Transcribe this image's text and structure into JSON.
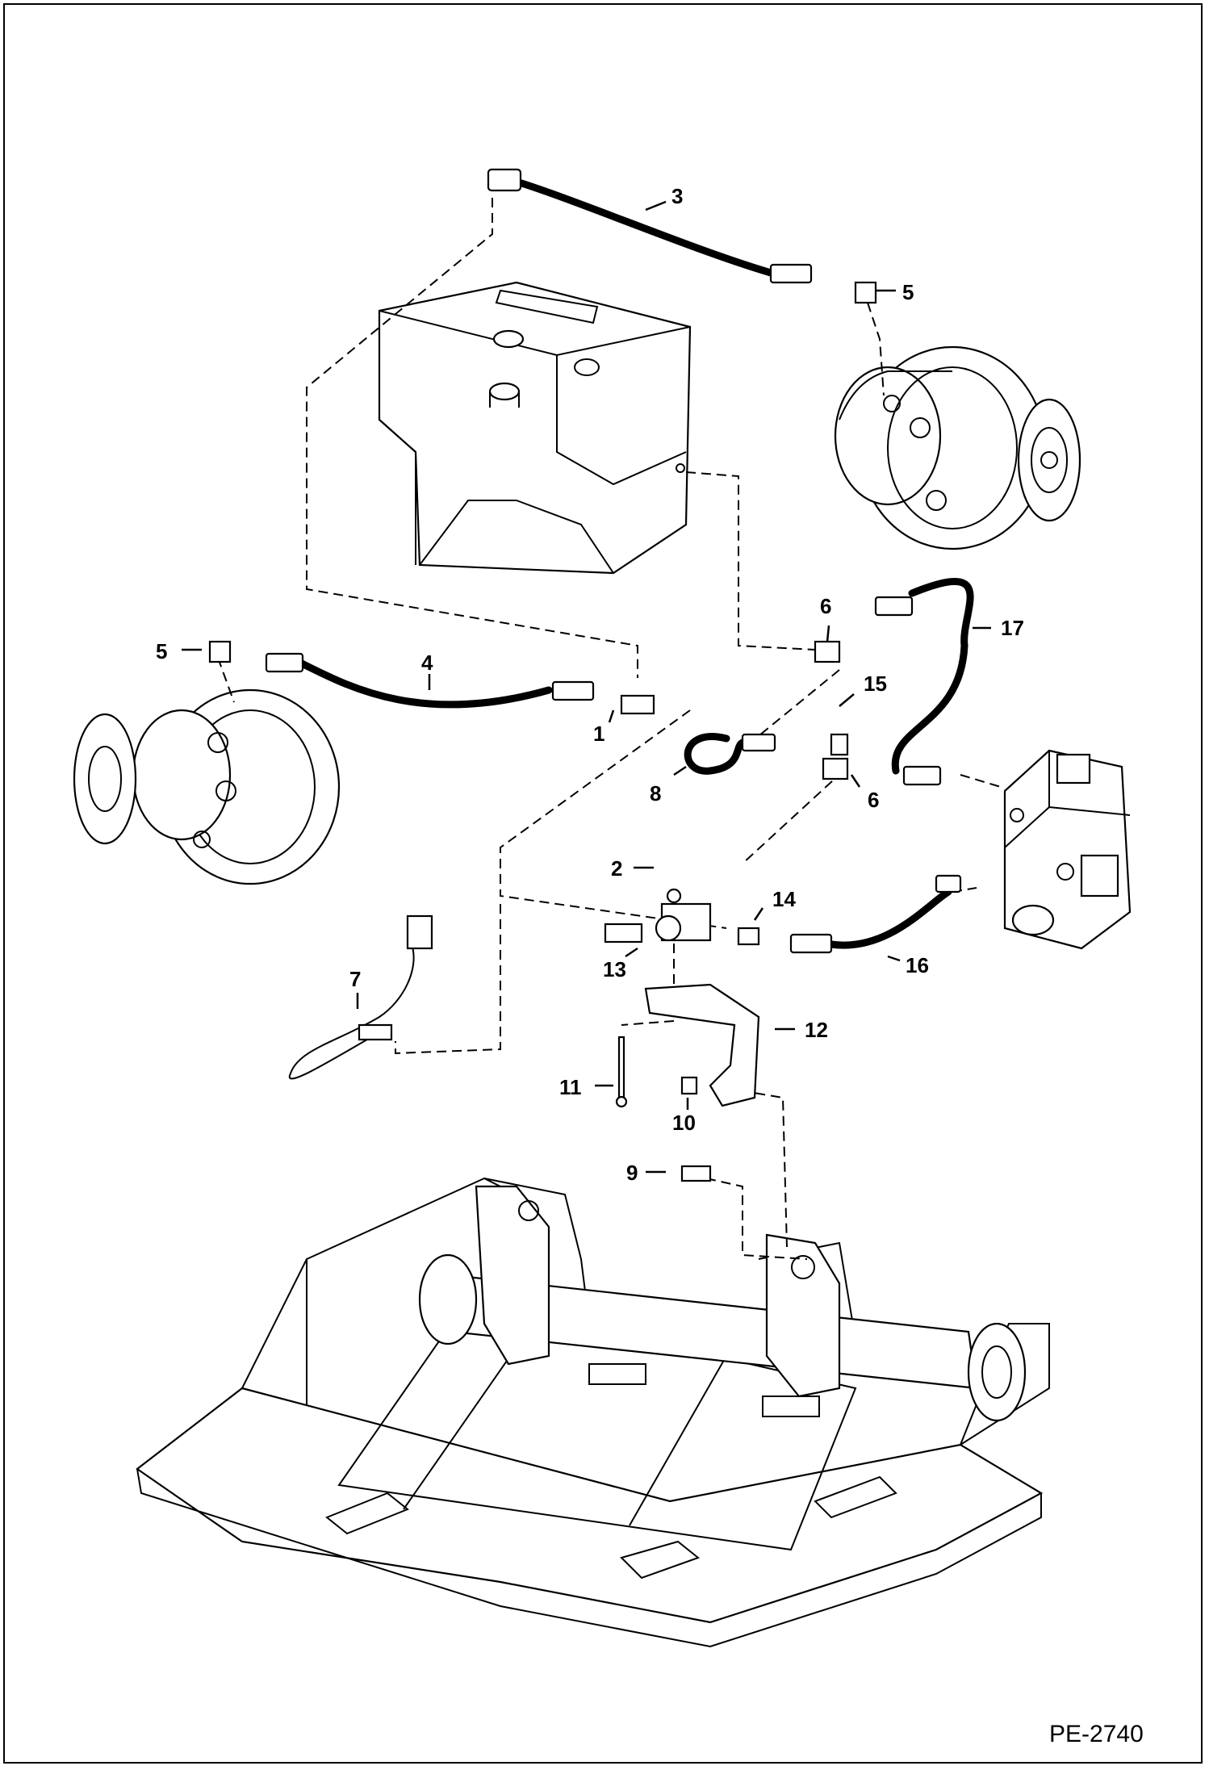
{
  "diagram": {
    "drawing_code": "PE-2740",
    "callouts": [
      {
        "id": "c1",
        "label": "1"
      },
      {
        "id": "c2",
        "label": "2"
      },
      {
        "id": "c3",
        "label": "3"
      },
      {
        "id": "c4",
        "label": "4"
      },
      {
        "id": "c5a",
        "label": "5"
      },
      {
        "id": "c5b",
        "label": "5"
      },
      {
        "id": "c6a",
        "label": "6"
      },
      {
        "id": "c6b",
        "label": "6"
      },
      {
        "id": "c7",
        "label": "7"
      },
      {
        "id": "c8",
        "label": "8"
      },
      {
        "id": "c9",
        "label": "9"
      },
      {
        "id": "c10",
        "label": "10"
      },
      {
        "id": "c11",
        "label": "11"
      },
      {
        "id": "c12",
        "label": "12"
      },
      {
        "id": "c13",
        "label": "13"
      },
      {
        "id": "c14",
        "label": "14"
      },
      {
        "id": "c15",
        "label": "15"
      },
      {
        "id": "c16",
        "label": "16"
      },
      {
        "id": "c17",
        "label": "17"
      }
    ]
  }
}
